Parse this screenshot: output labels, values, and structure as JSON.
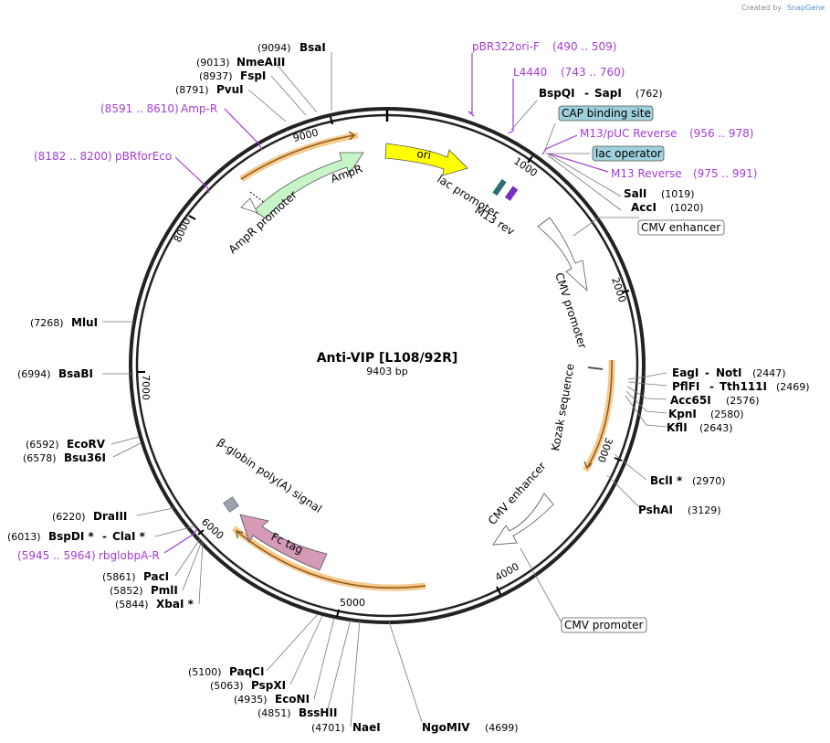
{
  "credit": {
    "prefix": "Created by",
    "brand": "SnapGene"
  },
  "plasmid": {
    "name": "Anti-VIP [L108/92R]",
    "size": "9403 bp"
  },
  "ticks": [
    "1000",
    "2000",
    "3000",
    "4000",
    "5000",
    "6000",
    "7000",
    "8000",
    "9000"
  ],
  "sites_right": [
    {
      "name": "BspQI",
      "name2": "SapI",
      "pos": "(762)"
    },
    {
      "name": "SalI",
      "pos": "(1019)"
    },
    {
      "name": "AccI",
      "pos": "(1020)"
    },
    {
      "name": "EagI",
      "name2": "NotI",
      "pos": "(2447)"
    },
    {
      "name": "PflFI",
      "name2": "Tth111I",
      "pos": "(2469)"
    },
    {
      "name": "Acc65I",
      "pos": "(2576)"
    },
    {
      "name": "KpnI",
      "pos": "(2580)"
    },
    {
      "name": "KflI",
      "pos": "(2643)"
    },
    {
      "name": "BclI *",
      "pos": "(2970)"
    },
    {
      "name": "PshAI",
      "pos": "(3129)"
    },
    {
      "name": "NgoMIV",
      "pos": "(4699)"
    }
  ],
  "sites_left": [
    {
      "name": "BsaI",
      "pos": "(9094)"
    },
    {
      "name": "NmeAIII",
      "pos": "(9013)"
    },
    {
      "name": "FspI",
      "pos": "(8937)"
    },
    {
      "name": "PvuI",
      "pos": "(8791)"
    },
    {
      "name": "MluI",
      "pos": "(7268)"
    },
    {
      "name": "BsaBI",
      "pos": "(6994)"
    },
    {
      "name": "EcoRV",
      "pos": "(6592)"
    },
    {
      "name": "Bsu36I",
      "pos": "(6578)"
    },
    {
      "name": "DraIII",
      "pos": "(6220)"
    },
    {
      "name": "BspDI *",
      "name2": "ClaI *",
      "pos": "(6013)"
    },
    {
      "name": "PacI",
      "pos": "(5861)"
    },
    {
      "name": "PmlI",
      "pos": "(5852)"
    },
    {
      "name": "XbaI *",
      "pos": "(5844)"
    },
    {
      "name": "PaqCI",
      "pos": "(5100)"
    },
    {
      "name": "PspXI",
      "pos": "(5063)"
    },
    {
      "name": "EcoNI",
      "pos": "(4935)"
    },
    {
      "name": "BssHII",
      "pos": "(4851)"
    },
    {
      "name": "NaeI",
      "pos": "(4701)"
    }
  ],
  "primers": [
    {
      "name": "pBR322ori-F",
      "range": "(490 .. 509)"
    },
    {
      "name": "L4440",
      "range": "(743 .. 760)"
    },
    {
      "name": "M13/pUC Reverse",
      "range": "(956 .. 978)"
    },
    {
      "name": "M13 Reverse",
      "range": "(975 .. 991)"
    },
    {
      "name": "Amp-R",
      "range": "(8591 .. 8610)"
    },
    {
      "name": "pBRforEco",
      "range": "(8182 .. 8200)"
    },
    {
      "name": "rbglobpA-R",
      "range": "(5945 .. 5964)"
    }
  ],
  "boxed_labels": [
    {
      "text": "CAP binding site",
      "fill": "#9fd1dc"
    },
    {
      "text": "lac operator",
      "fill": "#9fd1dc"
    },
    {
      "text": "CMV enhancer",
      "fill": "#ffffff"
    },
    {
      "text": "CMV promoter",
      "fill": "#ffffff"
    }
  ],
  "features": {
    "ori": "ori",
    "amp_r": "AmpR",
    "amp_r_promoter": "AmpR promoter",
    "lac_promoter": "lac promoter",
    "m13_rev": "M13 rev",
    "cmv_promoter": "CMV promoter",
    "kozak": "Kozak sequence",
    "cmv_enhancer": "CMV enhancer",
    "fc_tag": "Fc tag",
    "beta_globin": "β-globin poly(A) signal"
  },
  "colors": {
    "ori": "#ffff00",
    "amp_r": "#c8f5c8",
    "fc_tag": "#d49ab8",
    "primer": "#a43cd6",
    "cds_orange": "#f7c98a",
    "cds_brown": "#8b5a1f",
    "polyA": "#9aa3ad"
  }
}
